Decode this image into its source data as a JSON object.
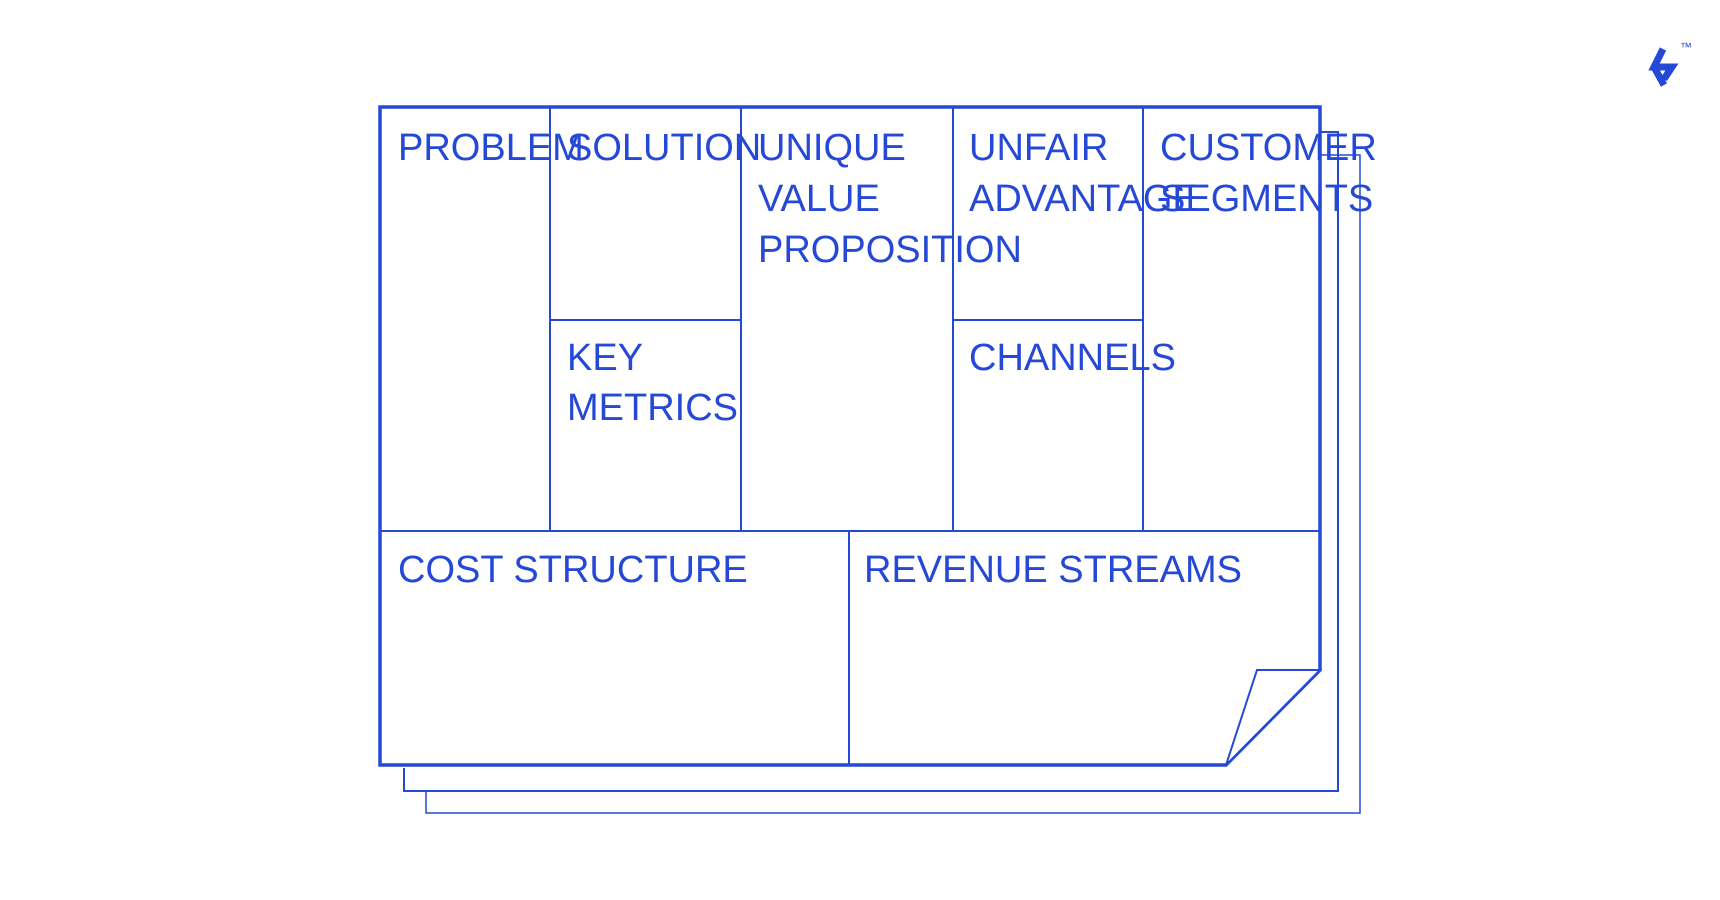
{
  "colors": {
    "stroke": "#2548d6",
    "text": "#2548d6",
    "background": "#ffffff"
  },
  "logo": {
    "icon": "toptal-logo-icon",
    "trademark": "™"
  },
  "canvas": {
    "cells": [
      {
        "id": "problem",
        "lines": [
          "PROBLEM"
        ]
      },
      {
        "id": "solution",
        "lines": [
          "SOLUTION"
        ]
      },
      {
        "id": "key-metrics",
        "lines": [
          "KEY",
          "METRICS"
        ]
      },
      {
        "id": "unique-value-proposition",
        "lines": [
          "UNIQUE",
          "VALUE",
          "PROPOSITION"
        ]
      },
      {
        "id": "unfair-advantage",
        "lines": [
          "UNFAIR",
          "ADVANTAGE"
        ]
      },
      {
        "id": "channels",
        "lines": [
          "CHANNELS"
        ]
      },
      {
        "id": "customer-segments",
        "lines": [
          "CUSTOMER",
          "SEGMENTS"
        ]
      },
      {
        "id": "cost-structure",
        "lines": [
          "COST STRUCTURE"
        ]
      },
      {
        "id": "revenue-streams",
        "lines": [
          "REVENUE STREAMS"
        ]
      }
    ]
  }
}
